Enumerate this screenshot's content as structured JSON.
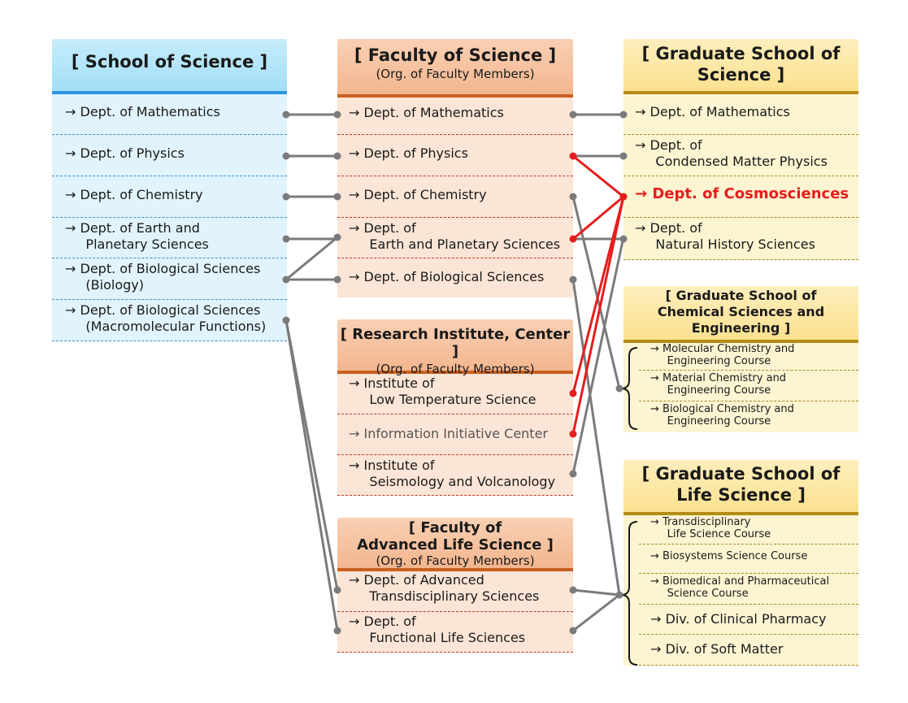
{
  "school": {
    "title": "[ School of Science ]",
    "items": [
      "→ Dept. of Mathematics",
      "→ Dept. of Physics",
      "→ Dept. of Chemistry",
      "→ Dept. of Earth and\n     Planetary Sciences",
      "→ Dept. of Biological Sciences\n     (Biology)",
      "→ Dept. of Biological Sciences\n     (Macromolecular Functions)"
    ]
  },
  "faculty": {
    "title": "[ Faculty of Science ]",
    "subtitle": "(Org. of Faculty Members)",
    "items": [
      "→ Dept. of Mathematics",
      "→ Dept. of Physics",
      "→ Dept. of Chemistry",
      "→ Dept. of\n     Earth and Planetary Sciences",
      "→ Dept. of Biological Sciences"
    ]
  },
  "research": {
    "title": "[ Research Institute, Center ]",
    "subtitle": "(Org. of Faculty Members)",
    "items": [
      "→ Institute of\n     Low Temperature Science",
      "→ Information Initiative Center",
      "→ Institute of\n     Seismology and Volcanology"
    ]
  },
  "advanced": {
    "title": "[ Faculty of\nAdvanced Life Science ]",
    "subtitle": "(Org. of Faculty Members)",
    "items": [
      "→ Dept. of Advanced\n     Transdisciplinary Sciences",
      "→ Dept. of\n     Functional Life Sciences"
    ]
  },
  "grad_science": {
    "title": "[ Graduate School of\nScience ]",
    "items": [
      "→ Dept. of Mathematics",
      "→ Dept. of\n     Condensed Matter Physics",
      "→ Dept. of Cosmosciences",
      "→ Dept. of\n     Natural History Sciences"
    ]
  },
  "grad_chem": {
    "title": "[ Graduate School of\nChemical Sciences and\nEngineering ]",
    "items": [
      "→ Molecular Chemistry and\n     Engineering Course",
      "→ Material Chemistry and\n     Engineering Course",
      "→ Biological Chemistry and\n     Engineering Course"
    ]
  },
  "grad_life": {
    "title": "[ Graduate School of\nLife Science ]",
    "items": [
      "→ Transdisciplinary\n     Life Science Course",
      "→ Biosystems Science Course",
      "→ Biomedical and Pharmaceutical\n     Science Course",
      "→ Div. of Clinical Pharmacy",
      "→ Div. of Soft Matter"
    ]
  },
  "colors": {
    "connector": "#7b7b7b",
    "highlight": "#e61d1d"
  }
}
